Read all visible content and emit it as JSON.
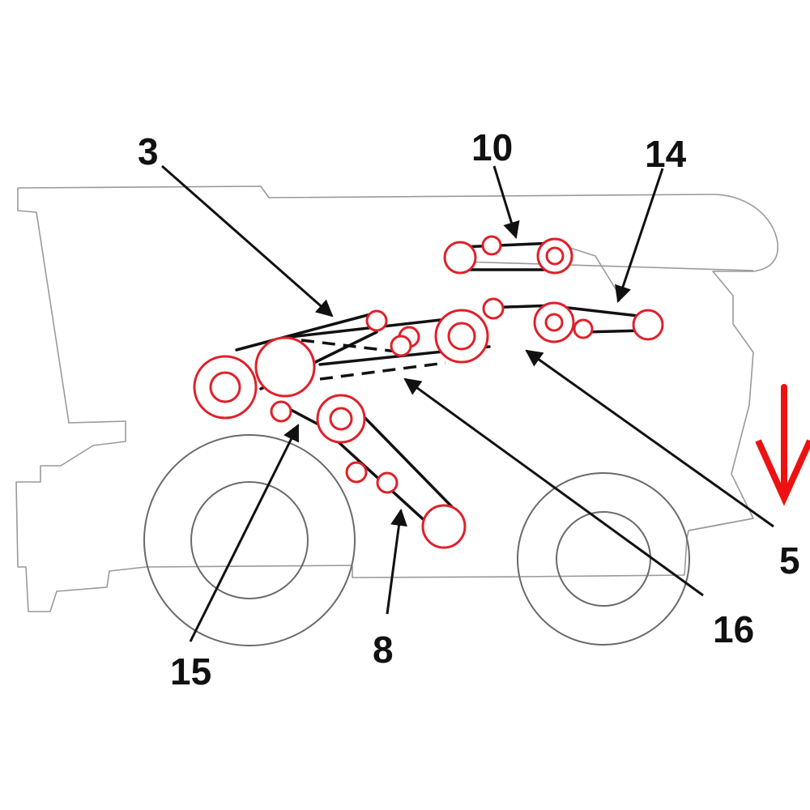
{
  "callouts": {
    "belt_3": "3",
    "belt_10": "10",
    "belt_14": "14",
    "belt_5": "5",
    "belt_16": "16",
    "belt_15": "15",
    "belt_8": "8"
  },
  "colors": {
    "pulley": "#e0202a",
    "belt": "#111111",
    "outline": "#9a9a9a",
    "indicator_arrow": "#ee1111"
  },
  "icons": {
    "indicator": "down-arrow-icon"
  }
}
